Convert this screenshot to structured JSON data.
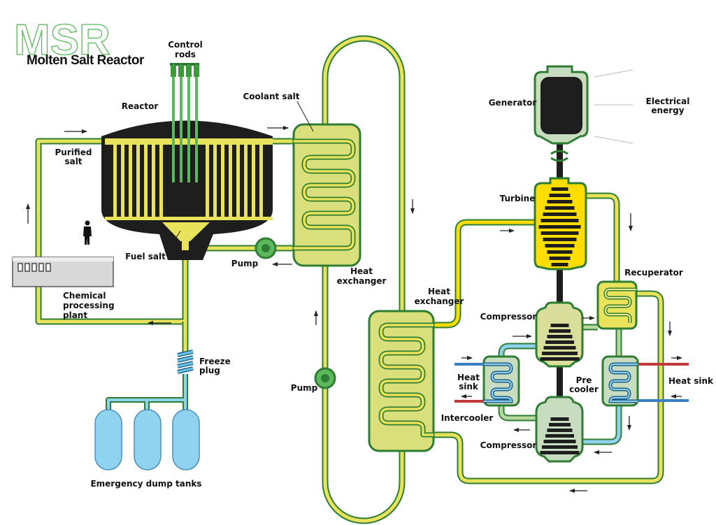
{
  "logo": {
    "abbr": "MSR",
    "title": "Molten Salt Reactor"
  },
  "labels": {
    "control_rods": [
      "Control",
      "rods"
    ],
    "reactor": "Reactor",
    "coolant_salt": "Coolant salt",
    "generator": "Generator",
    "electrical_energy": [
      "Electrical",
      "energy"
    ],
    "purified_salt": [
      "Purified",
      "salt"
    ],
    "turbine": "Turbine",
    "fuel_salt": "Fuel salt",
    "pump_top": "Pump",
    "heat_exchanger_1": [
      "Heat",
      "exchanger"
    ],
    "recuperator": "Recuperator",
    "chemical_plant": [
      "Chemical",
      "processing",
      "plant"
    ],
    "heat_exchanger_2": [
      "Heat",
      "exchanger"
    ],
    "compressor_top": "Compressor",
    "freeze_plug": [
      "Freeze",
      "plug"
    ],
    "heat_sink_left": [
      "Heat",
      "sink"
    ],
    "precooler": [
      "Pre",
      "cooler"
    ],
    "heat_sink_right": "Heat sink",
    "pump_bottom": "Pump",
    "intercooler": "Intercooler",
    "compressor_bottom": "Compressor",
    "dump_tanks": "Emergency dump tanks"
  },
  "colors": {
    "pipe_border": "#2e7d32",
    "fuel_salt": "#e8e35a",
    "hot_gas": "#ffdd00",
    "cool_gas": "#b9d8a0",
    "cold": "#8fd3f0",
    "heat_sink_cold": "#3a7fc4",
    "heat_sink_hot": "#c0393b",
    "reactor": "#1e1e1e"
  }
}
